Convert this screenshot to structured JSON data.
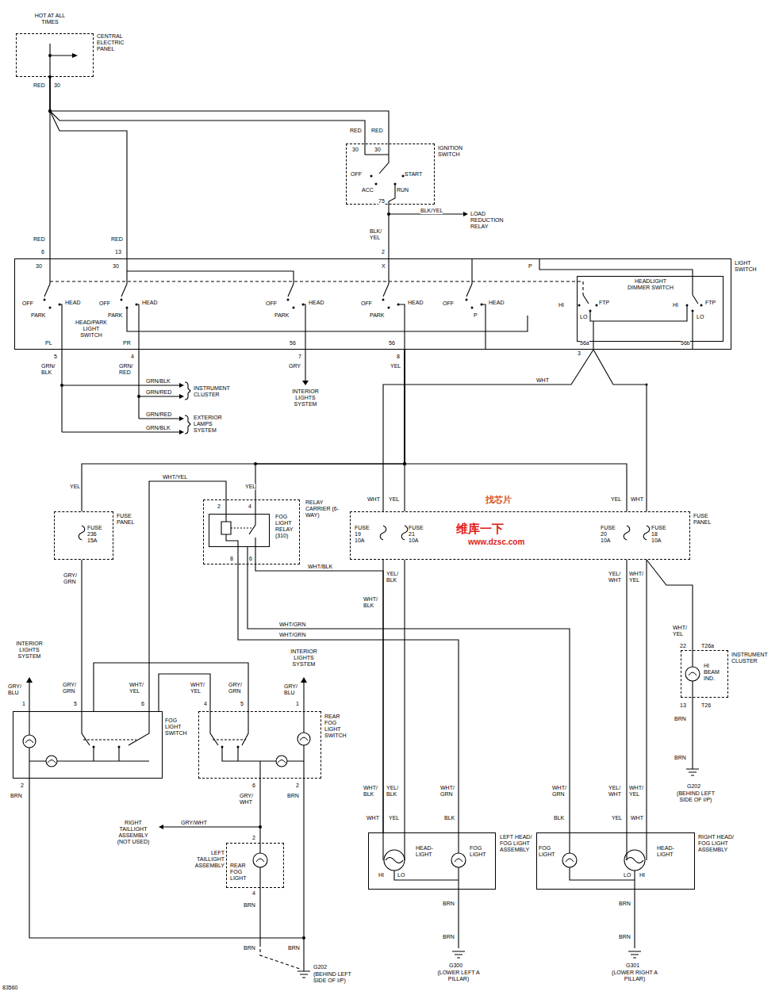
{
  "diagram": {
    "nodes": [
      {
        "text": [
          "HOT AT ALL TIMES",
          "CENTRAL ELECTRIC PANEL"
        ]
      },
      {
        "text": [
          "IGNITION SWITCH"
        ]
      },
      {
        "text": [
          "LIGHT SWITCH",
          "HEAD/PARK LIGHT SWITCH"
        ]
      },
      {
        "text": [
          "HEADLIGHT DIMMER SWITCH"
        ],
        "in": 2
      },
      {
        "text": [
          "FUSE PANEL",
          "FUSE 236 15A"
        ]
      },
      {
        "text": [
          "RELAY CARRIER (6-WAY)"
        ]
      },
      {
        "text": [
          "FOG LIGHT RELAY (310)"
        ],
        "in": 5
      },
      {
        "text": [
          "FUSE PANEL",
          "FUSE 19 10A",
          "FUSE 21 10A",
          "FUSE 20 10A",
          "FUSE 18 10A"
        ]
      },
      {
        "text": [
          "INSTRUMENT CLUSTER",
          "HI BEAM IND."
        ]
      },
      {
        "text": [
          "FOG LIGHT SWITCH"
        ]
      },
      {
        "text": [
          "REAR FOG LIGHT SWITCH"
        ]
      },
      {
        "text": [
          "LEFT TAILLIGHT ASSEMBLY",
          "REAR FOG LIGHT"
        ]
      },
      {
        "text": [
          "LEFT HEAD/ FOG LIGHT ASSEMBLY",
          "HEAD-LIGHT",
          "FOG LIGHT"
        ]
      },
      {
        "text": [
          "RIGHT HEAD/ FOG LIGHT ASSEMBLY",
          "FOG LIGHT",
          "HEAD-LIGHT"
        ]
      }
    ],
    "edges": [
      {
        "from": 0,
        "to": 2,
        "arrow": "none"
      },
      {
        "from": 0,
        "to": 2,
        "arrow": "none"
      },
      {
        "from": 0,
        "to": 1,
        "arrow": "none"
      },
      {
        "from": 1,
        "to": 2,
        "arrow": "none"
      },
      {
        "from": 2,
        "to": 4,
        "arrow": "none"
      },
      {
        "from": 2,
        "to": 6,
        "arrow": "none"
      },
      {
        "from": 2,
        "to": 7,
        "arrow": "none"
      },
      {
        "from": 2,
        "to": 7,
        "arrow": "none"
      },
      {
        "from": 2,
        "to": 7,
        "arrow": "none"
      },
      {
        "from": 2,
        "to": 7,
        "arrow": "none"
      },
      {
        "from": 7,
        "to": 12,
        "arrow": "none"
      },
      {
        "from": 7,
        "to": 12,
        "arrow": "none"
      },
      {
        "from": 7,
        "to": 13,
        "arrow": "none"
      },
      {
        "from": 7,
        "to": 13,
        "arrow": "none"
      },
      {
        "from": 7,
        "to": 8,
        "arrow": "none"
      },
      {
        "from": 6,
        "to": 12,
        "arrow": "none"
      },
      {
        "from": 6,
        "to": 12,
        "arrow": "none"
      },
      {
        "from": 6,
        "to": 13,
        "arrow": "none"
      },
      {
        "from": 4,
        "to": 9,
        "arrow": "none"
      },
      {
        "from": 9,
        "to": 6,
        "arrow": "none"
      },
      {
        "from": 9,
        "to": 10,
        "arrow": "none"
      },
      {
        "from": 9,
        "to": 10,
        "arrow": "none"
      },
      {
        "from": 10,
        "to": 11,
        "arrow": "none"
      }
    ],
    "labels": [
      "RED",
      "30",
      "RED",
      "RED",
      "30",
      "30",
      "OFF",
      "START",
      "ACC",
      "RUN",
      "75",
      "BLK/YEL",
      "LOAD REDUCTION RELAY",
      "RED",
      "6",
      "RED",
      "13",
      "BLK/ YEL",
      "2",
      "30",
      "30",
      "X",
      "P",
      "OFF",
      "PARK",
      "HEAD",
      "OFF",
      "PARK",
      "HEAD",
      "OFF",
      "PARK",
      "HEAD",
      "OFF",
      "PARK",
      "HEAD",
      "OFF",
      "HEAD",
      "P",
      "HI",
      "LO",
      "FTP",
      "HI",
      "LO",
      "FTP",
      "PL",
      "PR",
      "56",
      "56",
      "56a",
      "56b",
      "5",
      "4",
      "7",
      "8",
      "3",
      "GRN/ BLK",
      "GRN/ RED",
      "GRY",
      "YEL",
      "WHT",
      "GRN/BLK",
      "GRN/RED",
      "INSTRUMENT CLUSTER",
      "INTERIOR LIGHTS SYSTEM",
      "GRN/RED",
      "GRN/BLK",
      "EXTERIOR LAMPS SYSTEM",
      "YEL",
      "WHT/YEL",
      "YEL",
      "2",
      "4",
      "8",
      "6",
      "WHT/BLK",
      "WHT",
      "YEL",
      "YEL",
      "WHT",
      "找芯片",
      "维库一下",
      "www.dzsc.com",
      "GRY/ GRN",
      "YEL/ BLK",
      "YEL/ WHT",
      "WHT/ YEL",
      "WHT/ BLK",
      "WHT/GRN",
      "WHT/GRN",
      "WHT/ YEL",
      "22",
      "T26a",
      "13",
      "T26",
      "BRN",
      "BRN",
      "G202",
      "(BEHIND LEFT SIDE OF I/P)",
      "INTERIOR LIGHTS SYSTEM",
      "GRY/ BLU",
      "1",
      "GRY/ GRN",
      "5",
      "WHT/ YEL",
      "6",
      "INTERIOR LIGHTS SYSTEM",
      "WHT/ YEL",
      "4",
      "GRY/ GRN",
      "5",
      "GRY/ BLU",
      "1",
      "2",
      "BRN",
      "6",
      "2",
      "GRY/ WHT",
      "BRN",
      "GRY/WHT",
      "RIGHT TAILLIGHT ASSEMBLY (NOT USED)",
      "2",
      "4",
      "BRN",
      "BRN",
      "BRN",
      "G202",
      "(BEHIND LEFT SIDE OF I/P)",
      "WHT/ BLK",
      "YEL/ BLK",
      "WHT/ GRN",
      "WHT",
      "YEL",
      "BLK",
      "HI",
      "LO",
      "BRN",
      "BRN",
      "G300",
      "(LOWER LEFT A PILLAR)",
      "WHT/ GRN",
      "YEL/ WHT",
      "WHT/ YEL",
      "BLK",
      "YEL",
      "WHT",
      "LO",
      "HI",
      "BRN",
      "BRN",
      "G301",
      "(LOWER RIGHT A PILLAR)",
      "83560"
    ]
  }
}
